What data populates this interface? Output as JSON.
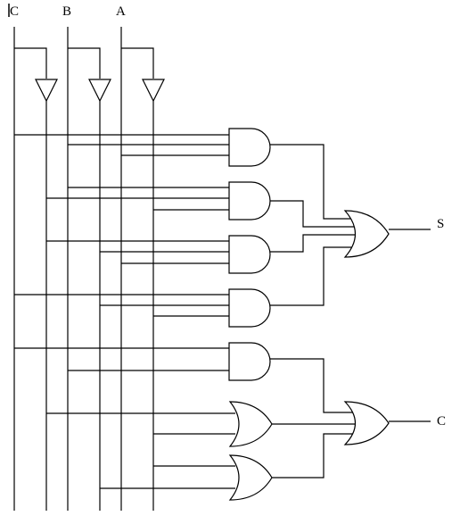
{
  "inputs": {
    "c_label": "C",
    "b_label": "B",
    "a_label": "A"
  },
  "outputs": {
    "s_label": "S",
    "c_label": "C"
  }
}
